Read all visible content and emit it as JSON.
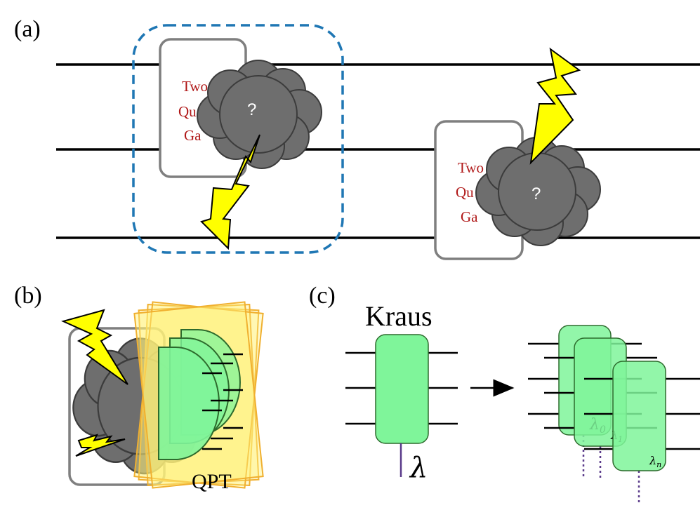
{
  "panels": {
    "a": {
      "label": "(a)"
    },
    "b": {
      "label": "(b)"
    },
    "c": {
      "label": "(c)"
    }
  },
  "gate_text": {
    "left": [
      "Two",
      "Qu",
      "Ga"
    ],
    "right": [
      "Two",
      "Qu",
      "Ga"
    ]
  },
  "unknown_symbol": "?",
  "qpt_label": "QPT",
  "kraus_label": "Kraus",
  "lambda": "λ",
  "lambda_0": "λ",
  "lambda_0_sub": "0",
  "lambda_1": "λ",
  "lambda_1_sub": "1",
  "lambda_n": "λ",
  "lambda_n_sub": "n",
  "colors": {
    "wire": "#000000",
    "cloud": "#6e6e6e",
    "cloud_stroke": "#3c3c3c",
    "bolt": "#ffff00",
    "dashed_box": "#1f77b4",
    "gate_box": "#7f7f7f",
    "tensor_fill": "#7ff59a",
    "qpt_fill": "#fff17a",
    "qpt_stroke": "#f0b030",
    "gate_text": "#b01818",
    "lambda_leg": "#5a3a8a"
  }
}
